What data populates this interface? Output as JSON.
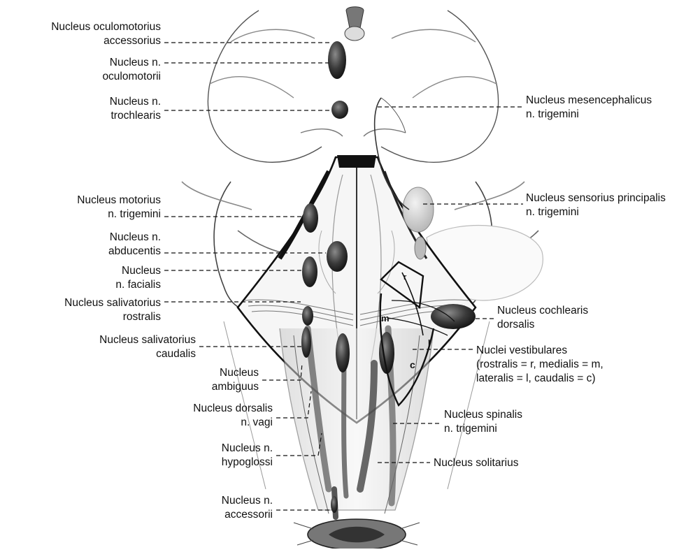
{
  "figure": {
    "labels_left": [
      {
        "id": "oculomotorius-accessorius",
        "lines": [
          "Nucleus oculomotorius",
          "accessorius"
        ]
      },
      {
        "id": "oculomotorii",
        "lines": [
          "Nucleus n.",
          "oculomotorii"
        ]
      },
      {
        "id": "trochlearis",
        "lines": [
          "Nucleus n.",
          "trochlearis"
        ]
      },
      {
        "id": "motorius-trigemini",
        "lines": [
          "Nucleus motorius",
          "n. trigemini"
        ]
      },
      {
        "id": "abducentis",
        "lines": [
          "Nucleus n.",
          "abducentis"
        ]
      },
      {
        "id": "facialis",
        "lines": [
          "Nucleus",
          "n. facialis"
        ]
      },
      {
        "id": "salivatorius-rostralis",
        "lines": [
          "Nucleus salivatorius",
          "rostralis"
        ]
      },
      {
        "id": "salivatorius-caudalis",
        "lines": [
          "Nucleus salivatorius",
          "caudalis"
        ]
      },
      {
        "id": "ambiguus",
        "lines": [
          "Nucleus",
          "ambiguus"
        ]
      },
      {
        "id": "dorsalis-vagi",
        "lines": [
          "Nucleus dorsalis",
          "n. vagi"
        ]
      },
      {
        "id": "hypoglossi",
        "lines": [
          "Nucleus n.",
          "hypoglossi"
        ]
      },
      {
        "id": "accessorii",
        "lines": [
          "Nucleus n.",
          "accessorii"
        ]
      }
    ],
    "labels_right": [
      {
        "id": "mesencephalicus-trigemini",
        "lines": [
          "Nucleus mesencephalicus",
          "n. trigemini"
        ]
      },
      {
        "id": "sensorius-principalis",
        "lines": [
          "Nucleus sensorius principalis",
          "n. trigemini"
        ]
      },
      {
        "id": "cochlearis-dorsalis",
        "lines": [
          "Nucleus cochlearis",
          "dorsalis"
        ]
      },
      {
        "id": "vestibulares",
        "lines": [
          "Nuclei vestibulares",
          "(rostralis = r, medialis = m,",
          "lateralis = l, caudalis = c)"
        ]
      },
      {
        "id": "spinalis-trigemini",
        "lines": [
          "Nucleus spinalis",
          "n. trigemini"
        ]
      },
      {
        "id": "solitarius",
        "lines": [
          "Nucleus solitarius"
        ]
      }
    ],
    "vestibular_letters": [
      "r",
      "m",
      "l",
      "c"
    ]
  }
}
